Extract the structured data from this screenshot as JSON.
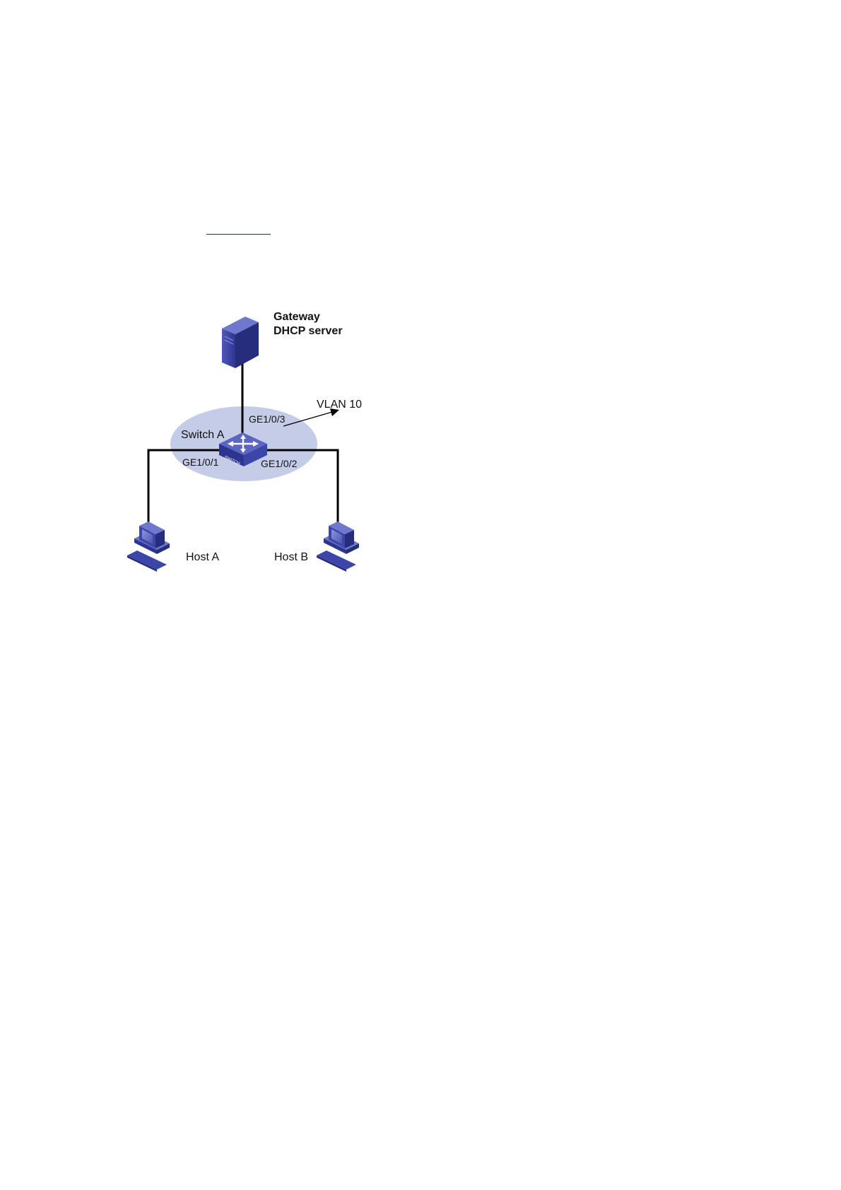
{
  "diagram": {
    "server_label_line1": "Gateway",
    "server_label_line2": "DHCP server",
    "vlan_label": "VLAN 10",
    "switch_label": "Switch A",
    "switch_icon_text": "SWITCH",
    "port_uplink": "GE1/0/3",
    "port_host_a": "GE1/0/1",
    "port_host_b": "GE1/0/2",
    "host_a_label": "Host A",
    "host_b_label": "Host B",
    "colors": {
      "vlan_ellipse": "#c5cce8",
      "device_blue": "#3c46a8",
      "device_dark": "#262d7a",
      "device_light": "#6e78cc",
      "link_line": "#000000",
      "hyperlink_underline": "#1f1fc8"
    }
  }
}
